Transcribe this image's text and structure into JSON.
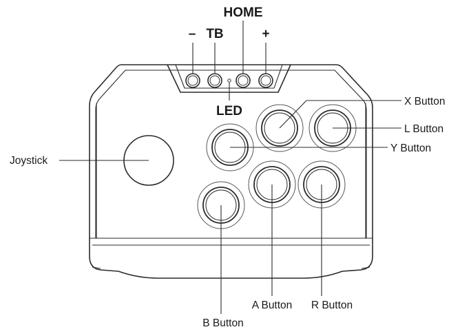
{
  "labels": {
    "minus": "–",
    "tb": "TB",
    "home": "HOME",
    "plus": "+",
    "led": "LED",
    "joystick": "Joystick",
    "x_button": "X Button",
    "l_button": "L Button",
    "y_button": "Y Button",
    "a_button": "A Button",
    "r_button": "R Button",
    "b_button": "B Button"
  }
}
